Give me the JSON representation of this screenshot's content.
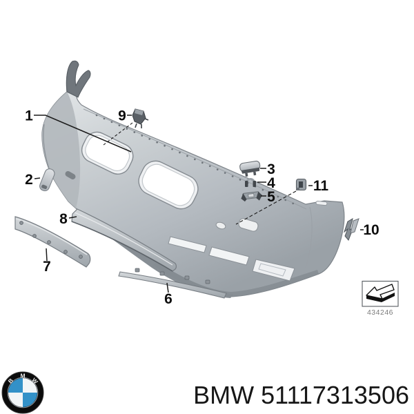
{
  "diagram": {
    "callouts": [
      {
        "num": "1"
      },
      {
        "num": "2"
      },
      {
        "num": "3"
      },
      {
        "num": "4"
      },
      {
        "num": "5"
      },
      {
        "num": "6"
      },
      {
        "num": "7"
      },
      {
        "num": "8"
      },
      {
        "num": "9"
      },
      {
        "num": "10"
      },
      {
        "num": "11"
      }
    ],
    "ref_code": "434246",
    "subject": "BMW front bumper cover parts diagram"
  },
  "footer": {
    "part_label": "BMW 51117313506",
    "logo": {
      "letters": [
        "B",
        "M",
        "W"
      ],
      "blue": "#3391c8",
      "ring": "#0b0b0b"
    }
  },
  "colors": {
    "background": "#ffffff",
    "body_light": "#eceff1",
    "body_mid": "#c2c7cb",
    "body_dark": "#9aa1a7",
    "outline": "#7e848a",
    "leader_line": "#1a1a1a",
    "callout_text": "#0d0d0d",
    "ref_text": "#7a7a7a",
    "part_number_text": "#161616"
  }
}
